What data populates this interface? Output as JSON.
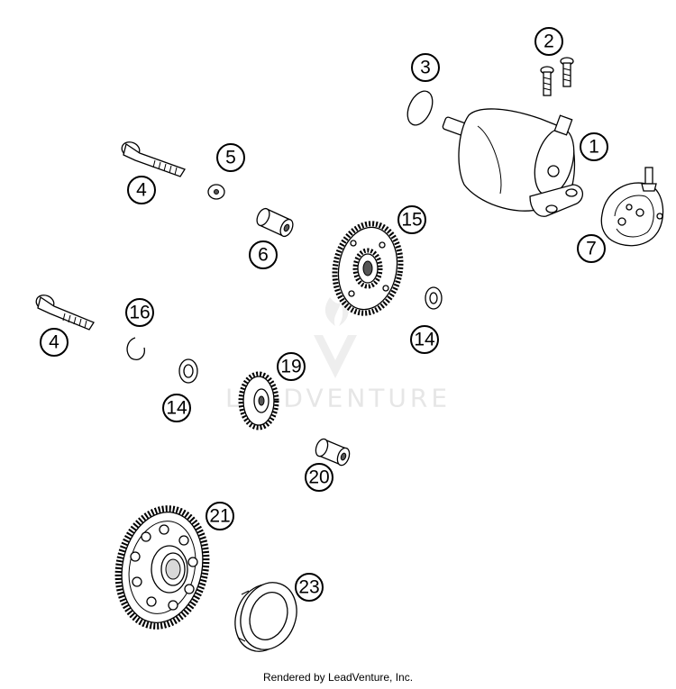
{
  "callouts": [
    {
      "id": "1",
      "label": "1"
    },
    {
      "id": "2",
      "label": "2"
    },
    {
      "id": "3",
      "label": "3"
    },
    {
      "id": "4a",
      "label": "4"
    },
    {
      "id": "4b",
      "label": "4"
    },
    {
      "id": "5",
      "label": "5"
    },
    {
      "id": "6",
      "label": "6"
    },
    {
      "id": "7",
      "label": "7"
    },
    {
      "id": "14a",
      "label": "14"
    },
    {
      "id": "14b",
      "label": "14"
    },
    {
      "id": "15",
      "label": "15"
    },
    {
      "id": "16",
      "label": "16"
    },
    {
      "id": "19",
      "label": "19"
    },
    {
      "id": "20",
      "label": "20"
    },
    {
      "id": "21",
      "label": "21"
    },
    {
      "id": "23",
      "label": "23"
    }
  ],
  "watermark": {
    "text": "LEADVENTURE"
  },
  "footer": {
    "text": "Rendered by LeadVenture, Inc."
  }
}
